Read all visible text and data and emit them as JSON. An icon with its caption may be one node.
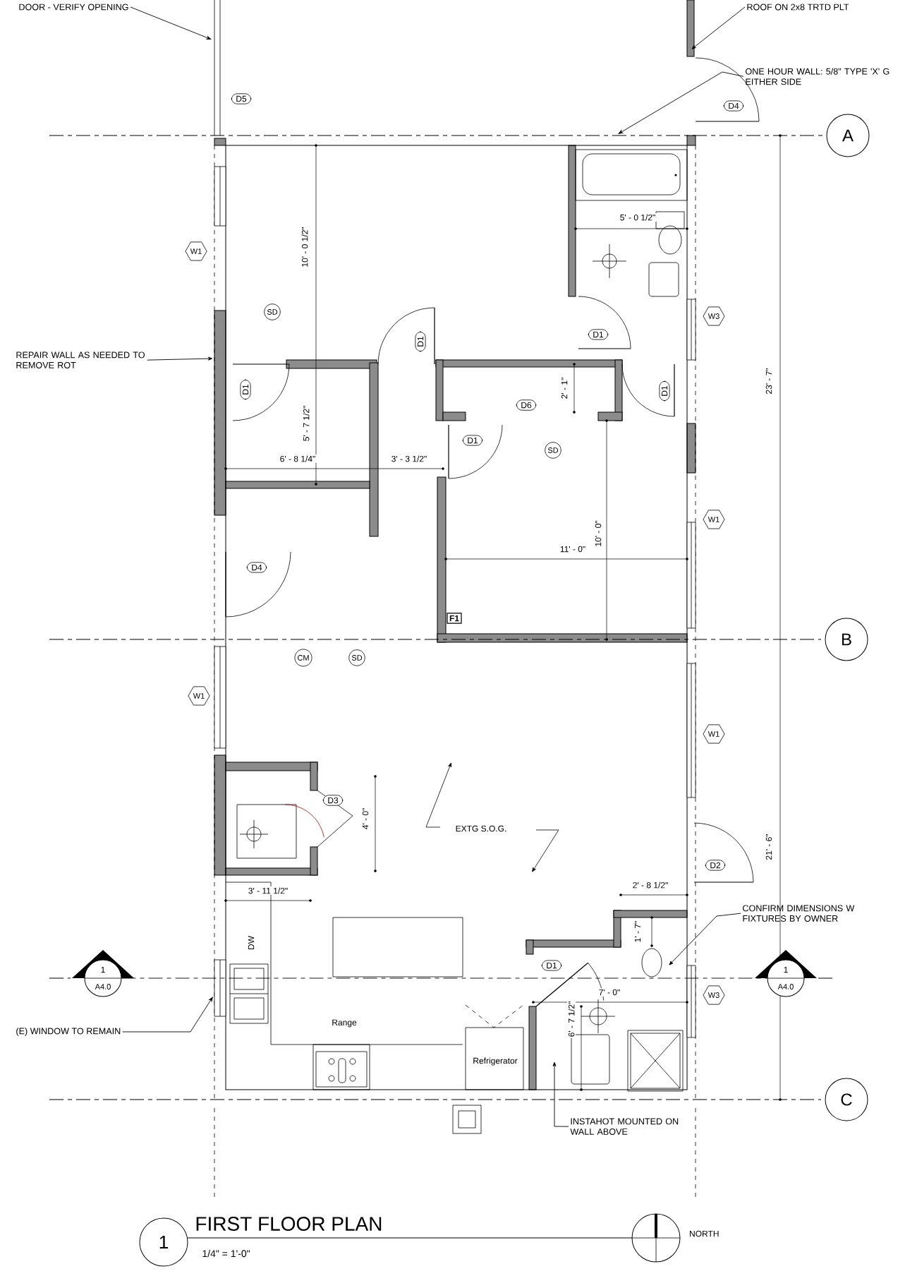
{
  "diagram": {
    "title": "FIRST FLOOR PLAN",
    "caption": "1/4\" = 1'-0\"",
    "nodes": [
      {
        "text": [
          "D5"
        ]
      },
      {
        "text": [
          "D4"
        ]
      },
      {
        "text": [
          "W1"
        ]
      },
      {
        "text": [
          "SD"
        ]
      },
      {
        "text": [
          "D1"
        ]
      },
      {
        "text": [
          "D1"
        ]
      },
      {
        "text": [
          "D1"
        ]
      },
      {
        "text": [
          "W3"
        ]
      },
      {
        "text": [
          "D1"
        ]
      },
      {
        "text": [
          "D6"
        ]
      },
      {
        "text": [
          "D1"
        ]
      },
      {
        "text": [
          "SD"
        ]
      },
      {
        "text": [
          "W1"
        ]
      },
      {
        "text": [
          "F1"
        ]
      },
      {
        "text": [
          "D4"
        ]
      },
      {
        "text": [
          "CM"
        ]
      },
      {
        "text": [
          "SD"
        ]
      },
      {
        "text": [
          "W1"
        ]
      },
      {
        "text": [
          "W1"
        ]
      },
      {
        "text": [
          "D3"
        ]
      },
      {
        "text": [
          "D2"
        ]
      },
      {
        "text": [
          "D1"
        ]
      },
      {
        "text": [
          "W3"
        ]
      },
      {
        "text": [
          "A"
        ]
      },
      {
        "text": [
          "B"
        ]
      },
      {
        "text": [
          "C"
        ]
      },
      {
        "text": [
          "1",
          "A4.0"
        ]
      },
      {
        "text": [
          "1",
          "A4.0"
        ]
      },
      {
        "text": [
          "1"
        ]
      },
      {
        "text": [],
        "shape": "circle",
        "beside": [
          "NORTH"
        ]
      },
      {
        "text": [
          "DOOR - VERIFY OPENING"
        ]
      },
      {
        "text": [
          "ROOF ON 2x8 TRTD PLT"
        ]
      },
      {
        "text": [
          "ONE HOUR WALL: 5/8\" TYPE 'X' G EITHER SIDE"
        ]
      },
      {
        "text": [
          "REPAIR WALL AS NEEDED TO REMOVE ROT"
        ]
      },
      {
        "text": [
          "(E) WINDOW TO REMAIN"
        ]
      },
      {
        "text": [
          "CONFIRM DIMENSIONS W FIXTURES BY OWNER"
        ]
      },
      {
        "text": [
          "INSTAHOT MOUNTED ON WALL ABOVE"
        ]
      }
    ],
    "edges": [
      {
        "from": 30,
        "to": null,
        "arrow": "to"
      },
      {
        "from": 31,
        "to": null,
        "arrow": "to"
      },
      {
        "from": 32,
        "to": null,
        "arrow": "to"
      },
      {
        "from": 33,
        "to": null,
        "arrow": "to"
      },
      {
        "from": 34,
        "to": null,
        "arrow": "to"
      },
      {
        "from": 35,
        "to": null,
        "arrow": "to"
      },
      {
        "from": 36,
        "to": null,
        "arrow": "to"
      },
      {
        "from": 26,
        "to": 27,
        "arrow": "none",
        "style": "dashed"
      }
    ],
    "labels": [
      "10' - 0 1/2\"",
      "5' - 0 1/2\"",
      "2' - 1\"",
      "5' - 7 1/2\"",
      "6' - 8 1/4\"",
      "3' - 3 1/2\"",
      "11' - 0\"",
      "10' - 0\"",
      "23' - 7\"",
      "4' - 0\"",
      "EXTG S.O.G.",
      "3' - 11 1/2\"",
      "2' - 8 1/2\"",
      "21' - 6\"",
      "1' - 7\"",
      "DW",
      "7' - 0\"",
      "6' - 7 1/2\"",
      "Range",
      "Refrigerator"
    ]
  }
}
